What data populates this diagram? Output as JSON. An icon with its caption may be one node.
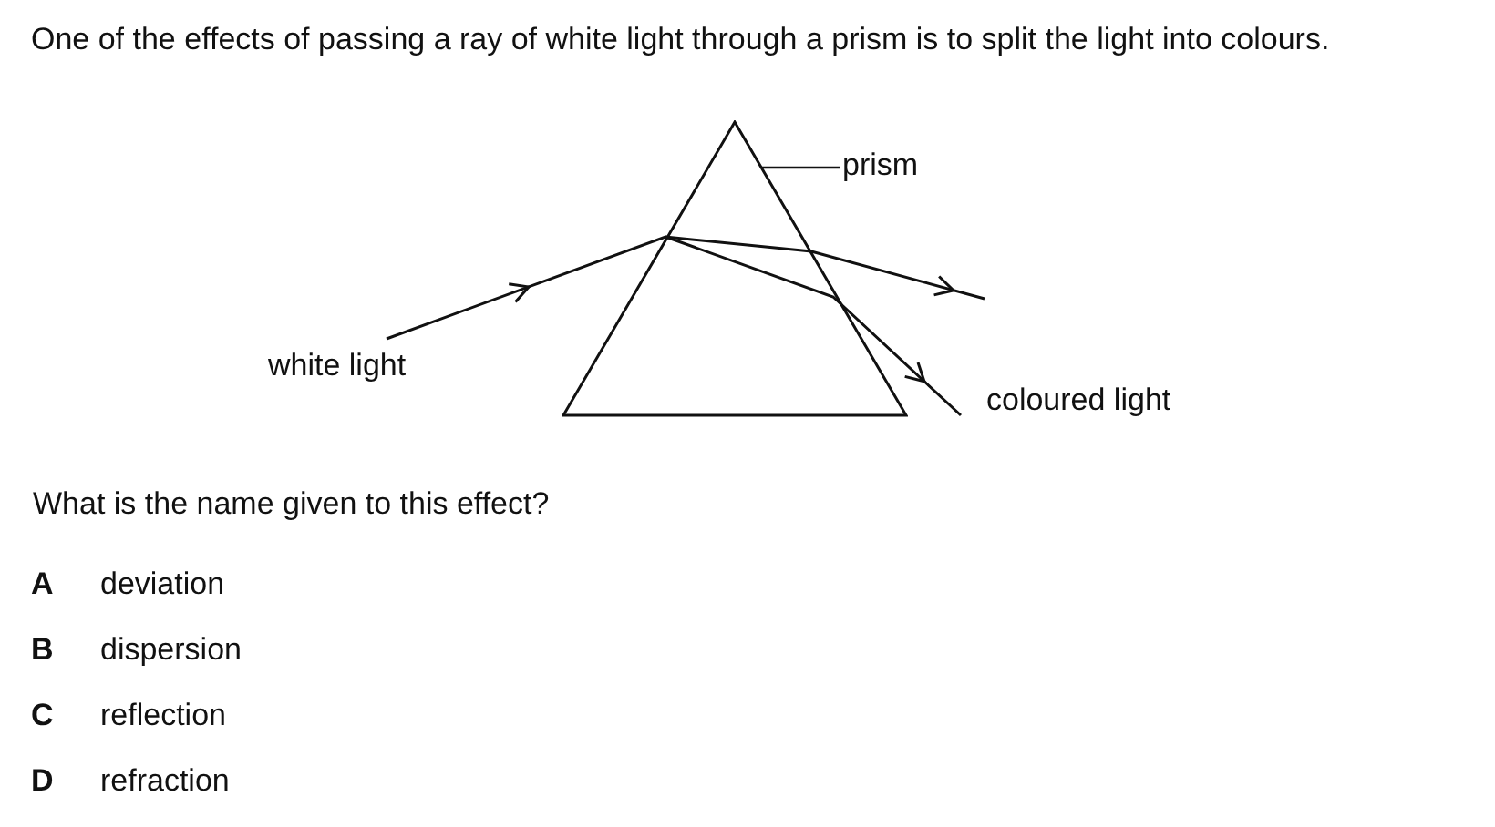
{
  "diagram": {
    "title": "One of the effects of passing a ray of white light through a prism is to split the light into colours.",
    "nodes": [
      {
        "text": [],
        "shape": "triangle"
      },
      {
        "text": [
          "prism"
        ]
      }
    ],
    "edges": [
      {
        "from": 1,
        "to": 0,
        "arrow": "none"
      }
    ],
    "labels": [
      "white light",
      "coloured light",
      "What is the name given to this effect?",
      "A",
      "deviation",
      "B",
      "dispersion",
      "C",
      "reflection",
      "D",
      "refraction"
    ]
  }
}
